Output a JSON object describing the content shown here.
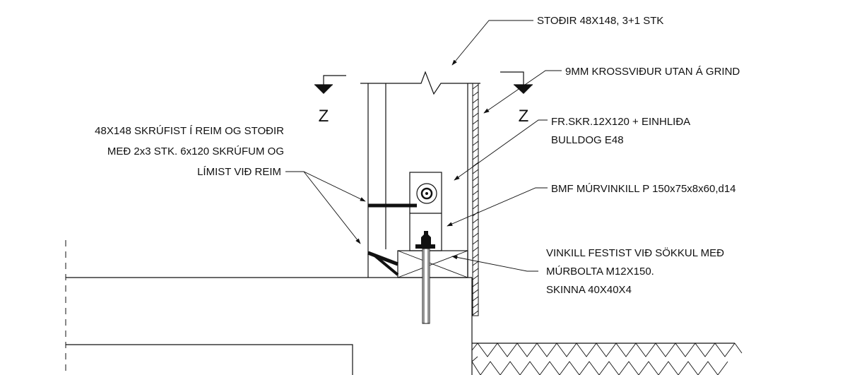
{
  "callouts": {
    "studs": "STOÐIR 48X148, 3+1 STK",
    "plywood": "9MM KROSSVIÐUR UTAN Á GRIND",
    "bolt_line1": "FR.SKR.12X120 + EINHLIÐA",
    "bolt_line2": "BULLDOG E48",
    "angle": "BMF MÚRVINKILL P 150x75x8x60,d14",
    "fix_line1": "VINKILL FESTIST VIÐ SÖKKUL MEÐ",
    "fix_line2": "MÚRBOLTA M12X150.",
    "fix_line3": "SKINNA 40X40X4",
    "screw_line1": "48X148 SKRÚFIST Í REIM OG STOÐIR",
    "screw_line2": "MEÐ 2x3 STK. 6x120 SKRÚFUM OG",
    "screw_line3": "LÍMIST VIÐ REIM"
  },
  "section_marks": {
    "left": "Z",
    "right": "Z"
  }
}
